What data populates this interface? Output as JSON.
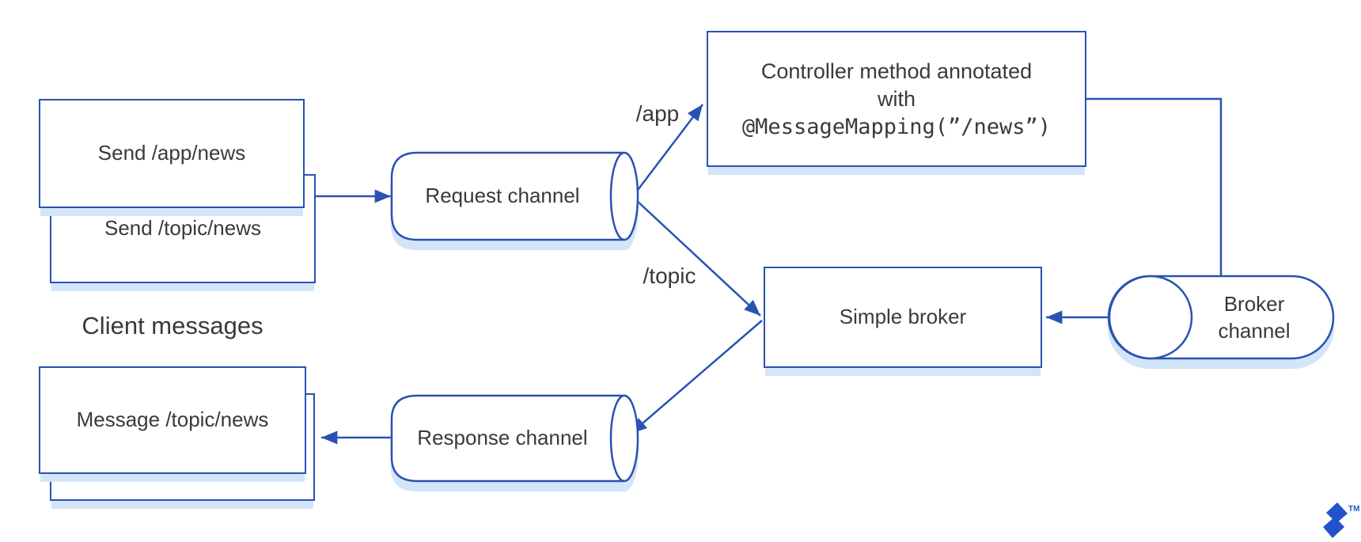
{
  "diagram": {
    "nodes": {
      "send_app": {
        "label": "Send /app/news"
      },
      "send_topic": {
        "label": "Send /topic/news"
      },
      "client_messages_caption": "Client messages",
      "request_channel": {
        "label": "Request channel"
      },
      "controller": {
        "line1": "Controller method annotated",
        "line2": "with",
        "code": "@MessageMapping(”/news”)"
      },
      "simple_broker": {
        "label": "Simple broker"
      },
      "broker_channel": {
        "line1": "Broker",
        "line2": "channel"
      },
      "response_channel": {
        "label": "Response channel"
      },
      "message_topic": {
        "label": "Message /topic/news"
      }
    },
    "edge_labels": {
      "app": "/app",
      "topic": "/topic"
    },
    "connections": [
      {
        "from": "client-send-boxes",
        "to": "request-channel",
        "label": ""
      },
      {
        "from": "request-channel",
        "to": "controller-method",
        "label": "/app"
      },
      {
        "from": "request-channel",
        "to": "simple-broker",
        "label": "/topic"
      },
      {
        "from": "controller-method",
        "to": "broker-channel",
        "label": ""
      },
      {
        "from": "broker-channel",
        "to": "simple-broker",
        "label": ""
      },
      {
        "from": "simple-broker",
        "to": "response-channel",
        "label": ""
      },
      {
        "from": "response-channel",
        "to": "client-message-box",
        "label": ""
      }
    ]
  },
  "branding": {
    "trademark": "TM",
    "logo_icon": "toptal-logo"
  },
  "colors": {
    "stroke": "#2a52b4",
    "shadow": "#d3e5f8",
    "text": "#3a3a3a",
    "logo": "#2253cc",
    "background": "#ffffff"
  }
}
